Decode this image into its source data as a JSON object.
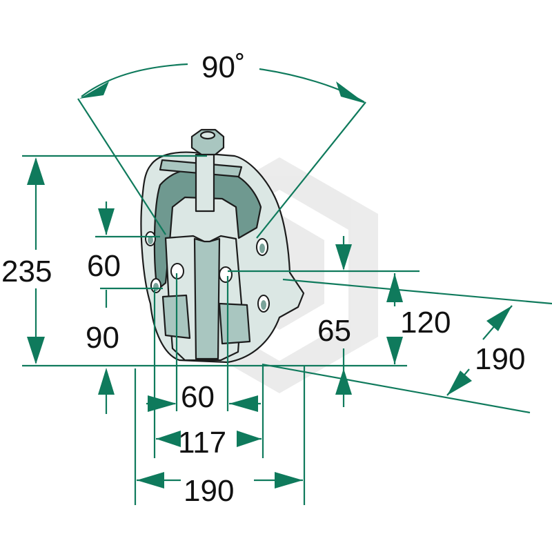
{
  "colors": {
    "dimension": "#0f7a5c",
    "part_light": "#dbe7e4",
    "part_mid": "#a9c6c0",
    "part_dark": "#6f9990",
    "watermark": "#c8c8c8",
    "text": "#111111"
  },
  "dimensions": {
    "angle": "90˚",
    "height": "235",
    "hole_spacing_vertical": "60",
    "bottom_offset": "90",
    "hole_height": "65",
    "plate_height": "120",
    "diagonal": "190",
    "hole_spacing_horizontal": "60",
    "inner_width": "117",
    "overall_width": "190"
  },
  "icons": {
    "part": "clevis-coupling-icon",
    "watermark": "hexagon-logo-watermark"
  }
}
